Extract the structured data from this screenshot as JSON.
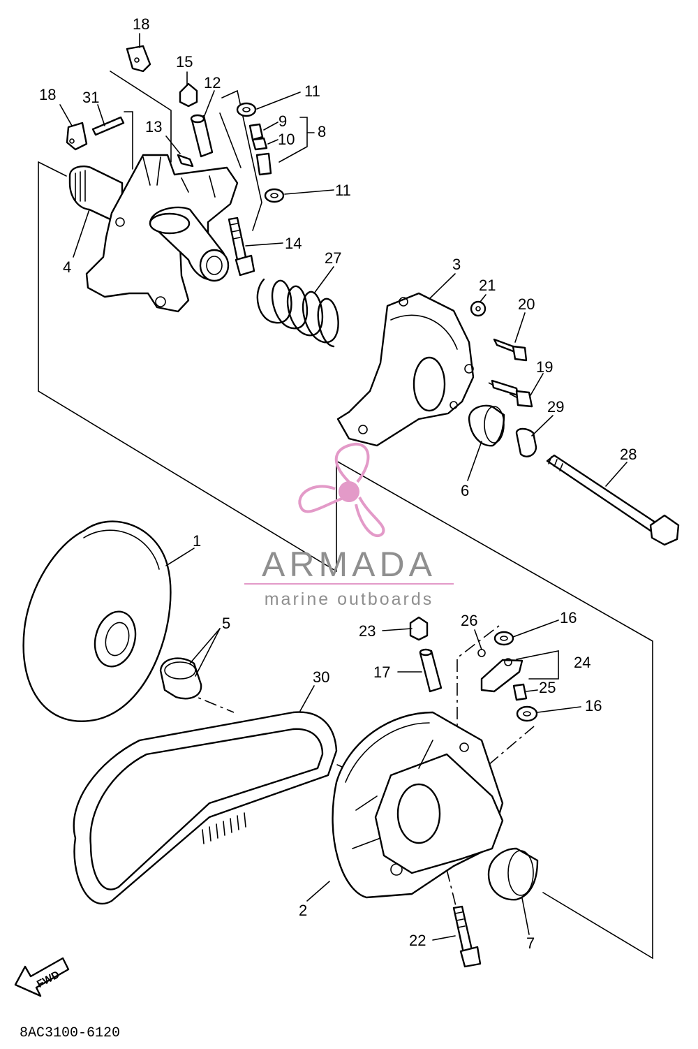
{
  "diagram": {
    "code": "8AC3100-6120",
    "direction_label": "FWD"
  },
  "watermark": {
    "brand": "ARMADA",
    "tagline": "marine outboards",
    "colors": {
      "logo": "#e39ac8",
      "text": "#8f8f8f"
    }
  },
  "callouts": [
    {
      "id": "c18a",
      "label": "18"
    },
    {
      "id": "c15",
      "label": "15"
    },
    {
      "id": "c12",
      "label": "12"
    },
    {
      "id": "c18b",
      "label": "18"
    },
    {
      "id": "c31",
      "label": "31"
    },
    {
      "id": "c11a",
      "label": "11"
    },
    {
      "id": "c9",
      "label": "9"
    },
    {
      "id": "c10",
      "label": "10"
    },
    {
      "id": "c8",
      "label": "8"
    },
    {
      "id": "c13",
      "label": "13"
    },
    {
      "id": "c11b",
      "label": "11"
    },
    {
      "id": "c14",
      "label": "14"
    },
    {
      "id": "c4",
      "label": "4"
    },
    {
      "id": "c27",
      "label": "27"
    },
    {
      "id": "c3",
      "label": "3"
    },
    {
      "id": "c21",
      "label": "21"
    },
    {
      "id": "c20",
      "label": "20"
    },
    {
      "id": "c19",
      "label": "19"
    },
    {
      "id": "c29",
      "label": "29"
    },
    {
      "id": "c28",
      "label": "28"
    },
    {
      "id": "c6",
      "label": "6"
    },
    {
      "id": "c1",
      "label": "1"
    },
    {
      "id": "c5",
      "label": "5"
    },
    {
      "id": "c23",
      "label": "23"
    },
    {
      "id": "c26",
      "label": "26"
    },
    {
      "id": "c16a",
      "label": "16"
    },
    {
      "id": "c24",
      "label": "24"
    },
    {
      "id": "c17",
      "label": "17"
    },
    {
      "id": "c30",
      "label": "30"
    },
    {
      "id": "c25",
      "label": "25"
    },
    {
      "id": "c16b",
      "label": "16"
    },
    {
      "id": "c2",
      "label": "2"
    },
    {
      "id": "c22",
      "label": "22"
    },
    {
      "id": "c7",
      "label": "7"
    }
  ]
}
